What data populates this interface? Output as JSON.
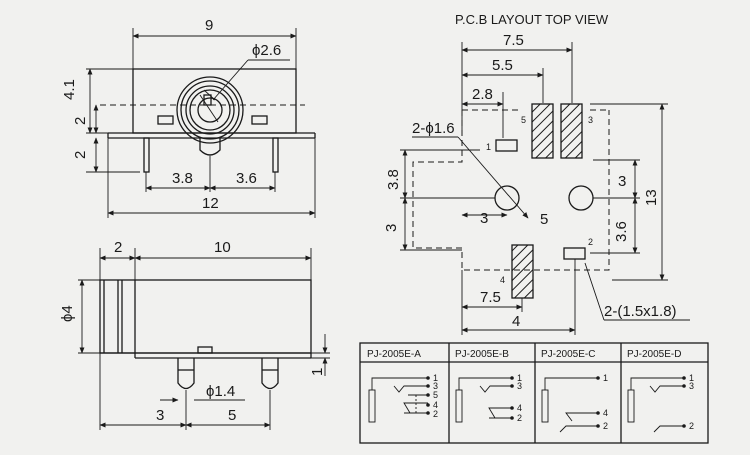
{
  "layout": {
    "title": "P.C.B LAYOUT  TOP VIEW",
    "dims": {
      "w75_top": "7.5",
      "w55": "5.5",
      "w28": "2.8",
      "holes": "2-ϕ1.6",
      "h38": "3.8",
      "h3_left": "3",
      "w3": "3",
      "w5": "5",
      "h3_right": "3",
      "h13": "13",
      "h36": "3.6",
      "w75_bottom": "7.5",
      "w4": "4",
      "pads": "2-(1.5x1.8)"
    },
    "pins": {
      "p1": "1",
      "p2": "2",
      "p3": "3",
      "p4": "4",
      "p5": "5"
    }
  },
  "front": {
    "w9": "9",
    "d26": "ϕ2.6",
    "h41": "4.1",
    "h2a": "2",
    "h2b": "2",
    "w38": "3.8",
    "w36": "3.6",
    "w12": "12"
  },
  "side": {
    "w2": "2",
    "w10": "10",
    "d4": "ϕ4",
    "d14": "ϕ1.4",
    "h1": "1",
    "w3": "3",
    "w5": "5"
  },
  "schematics": [
    {
      "label": "PJ-2005E-A",
      "pins": [
        "1",
        "3",
        "5",
        "4",
        "2"
      ]
    },
    {
      "label": "PJ-2005E-B",
      "pins": [
        "1",
        "3",
        "4",
        "2"
      ]
    },
    {
      "label": "PJ-2005E-C",
      "pins": [
        "1",
        "4",
        "2"
      ]
    },
    {
      "label": "PJ-2005E-D",
      "pins": [
        "1",
        "3",
        "2"
      ]
    }
  ]
}
